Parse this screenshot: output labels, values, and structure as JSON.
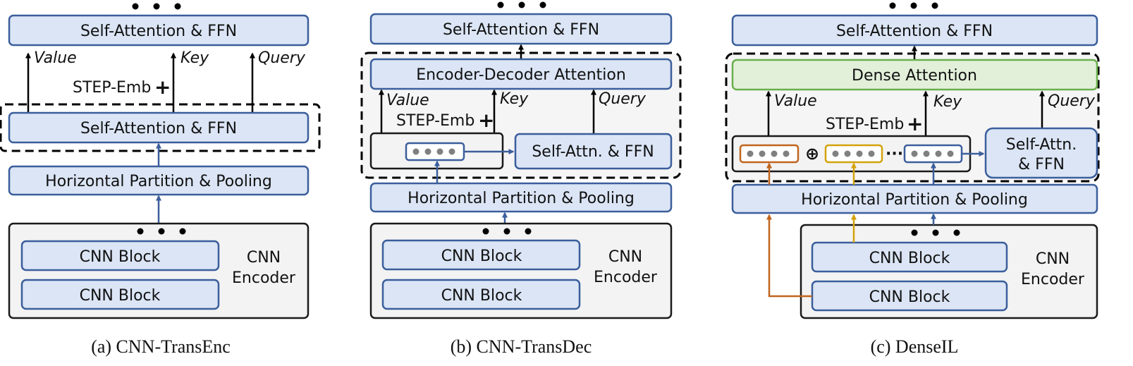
{
  "colors": {
    "block_fill": "#dbe5f5",
    "block_border": "#3b5e9c",
    "dense_attention_fill": "#e2f0da",
    "dense_attention_border": "#6ab04c",
    "encoder_fill": "#f3f3f3",
    "orange_feature": "#c0651e",
    "yellow_feature": "#d4a20a"
  },
  "panel_a": {
    "top_block": "Self-Attention & FFN",
    "value": "Value",
    "key": "Key",
    "query": "Query",
    "step_emb": "STEP-Emb",
    "plus": "+",
    "inner_block": "Self-Attention & FFN",
    "partition": "Horizontal Partition & Pooling",
    "cnn_block_1": "CNN Block",
    "cnn_block_2": "CNN Block",
    "cnn_label_1": "CNN",
    "cnn_label_2": "Encoder",
    "caption": "(a) CNN-TransEnc"
  },
  "panel_b": {
    "top_block": "Self-Attention & FFN",
    "attention": "Encoder-Decoder Attention",
    "value": "Value",
    "key": "Key",
    "query": "Query",
    "step_emb": "STEP-Emb",
    "plus": "+",
    "self_attn": "Self-Attn. & FFN",
    "partition": "Horizontal Partition & Pooling",
    "cnn_block_1": "CNN Block",
    "cnn_block_2": "CNN Block",
    "cnn_label_1": "CNN",
    "cnn_label_2": "Encoder",
    "caption": "(b) CNN-TransDec"
  },
  "panel_c": {
    "top_block": "Self-Attention & FFN",
    "attention": "Dense Attention",
    "value": "Value",
    "key": "Key",
    "query": "Query",
    "step_emb": "STEP-Emb",
    "plus": "+",
    "oplus": "⊕",
    "ellipsis": "···",
    "self_attn_1": "Self-Attn.",
    "self_attn_2": "& FFN",
    "partition": "Horizontal Partition & Pooling",
    "cnn_block_1": "CNN Block",
    "cnn_block_2": "CNN Block",
    "cnn_label_1": "CNN",
    "cnn_label_2": "Encoder",
    "caption": "(c) DenseIL"
  }
}
